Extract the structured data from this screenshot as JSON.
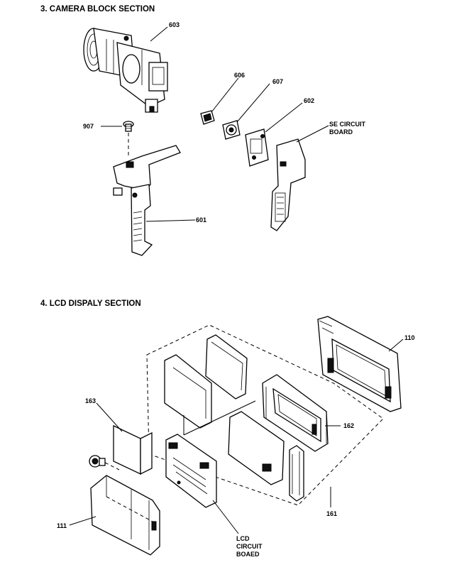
{
  "sections": [
    {
      "id": "camera",
      "title": "3. CAMERA BLOCK SECTION"
    },
    {
      "id": "lcd",
      "title": "4. LCD DISPALY SECTION"
    }
  ],
  "camera_labels": {
    "p603": "603",
    "p606": "606",
    "p607": "607",
    "p602": "602",
    "se_line1": "SE CIRCUIT",
    "se_line2": "BOARD",
    "p907": "907",
    "p601": "601"
  },
  "lcd_labels": {
    "p110": "110",
    "p163": "163",
    "p162": "162",
    "p161": "161",
    "p111": "111",
    "lcd_line1": "LCD",
    "lcd_line2": "CIRCUIT",
    "lcd_line3": "BOAED"
  }
}
